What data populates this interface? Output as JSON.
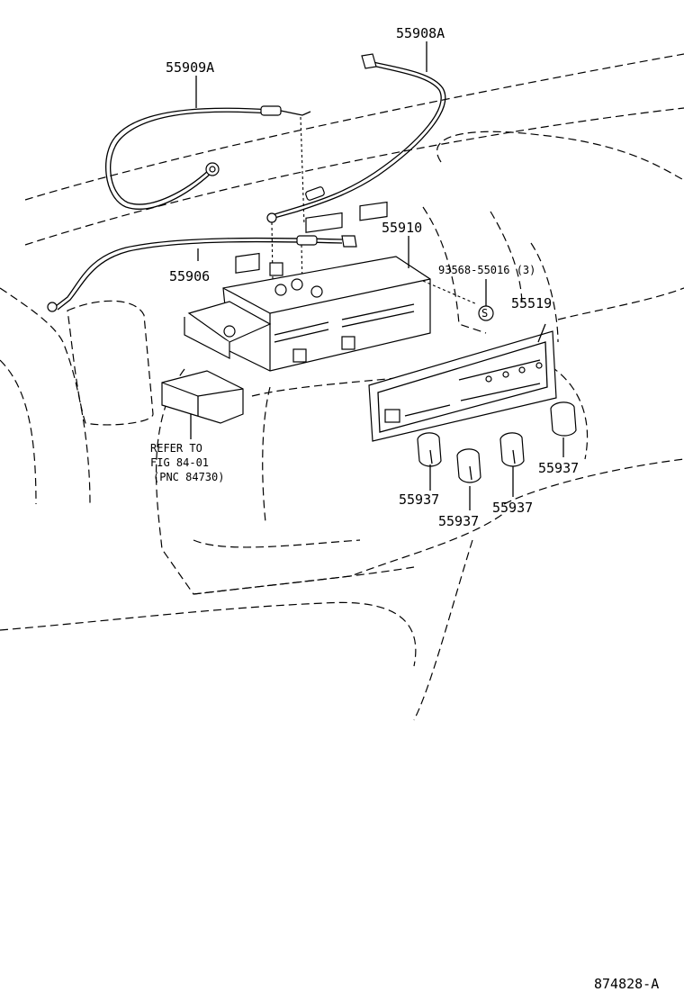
{
  "labels": {
    "cable_55908a": "55908A",
    "cable_55909a": "55909A",
    "control_55910": "55910",
    "cable_55906": "55906",
    "screw": "93568-55016 (3)",
    "panel_55519": "55519",
    "knob_right": "55937",
    "knob_1": "55937",
    "knob_2": "55937",
    "knob_3": "55937",
    "refer_line1": "REFER TO",
    "refer_line2": "FIG 84-01",
    "refer_line3": "(PNC 84730)",
    "screw_symbol": "S",
    "figure_id": "874828-A"
  }
}
